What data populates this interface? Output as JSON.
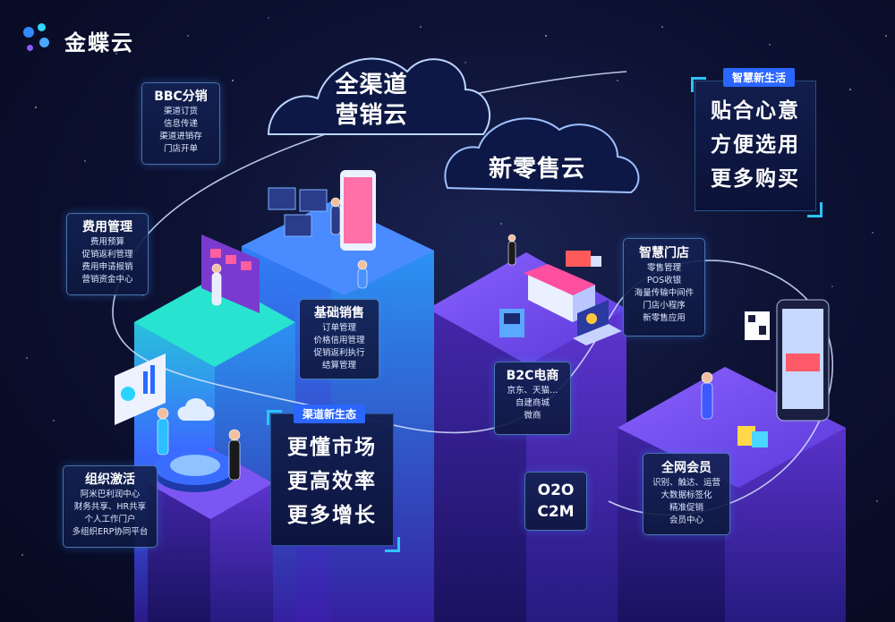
{
  "brand": {
    "name": "金蝶云"
  },
  "clouds": {
    "main_line1": "全渠道",
    "main_line2": "营销云",
    "retail": "新零售云"
  },
  "cards": {
    "bbc": {
      "title": "BBC分销",
      "items": [
        "渠道订货",
        "信息传递",
        "渠道进销存",
        "门店开单"
      ]
    },
    "fee": {
      "title": "费用管理",
      "items": [
        "费用预算",
        "促销返利管理",
        "费用申请报销",
        "营销资金中心"
      ]
    },
    "basic": {
      "title": "基础销售",
      "items": [
        "订单管理",
        "价格信用管理",
        "促销返利执行",
        "结算管理"
      ]
    },
    "org": {
      "title": "组织激活",
      "items": [
        "阿米巴利润中心",
        "财务共享、HR共享",
        "个人工作门户",
        "多组织ERP协同平台"
      ]
    },
    "b2c": {
      "title": "B2C电商",
      "items": [
        "京东、天猫…",
        "自建商城",
        "微商"
      ]
    },
    "o2o": {
      "lines": [
        "O2O",
        "C2M"
      ]
    },
    "store": {
      "title": "智慧门店",
      "items": [
        "零售管理",
        "POS收银",
        "海量传输中间件",
        "门店小程序",
        "新零售应用"
      ]
    },
    "member": {
      "title": "全网会员",
      "items": [
        "识别、触达、运营",
        "大数据标签化",
        "精准促销",
        "会员中心"
      ]
    }
  },
  "panels": {
    "channel": {
      "tag": "渠道新生态",
      "lines": [
        "更懂市场",
        "更高效率",
        "更多增长"
      ]
    },
    "life": {
      "tag": "智慧新生活",
      "lines": [
        "贴合心意",
        "方便选用",
        "更多购买"
      ]
    }
  },
  "colors": {
    "accent": "#2fc2ff",
    "tag_bg": "#2a66ff",
    "background": "#0d1233",
    "pillar_purple": "#5a2fc8",
    "pillar_teal": "#1fd6c8",
    "pillar_blue": "#3a6dff"
  }
}
